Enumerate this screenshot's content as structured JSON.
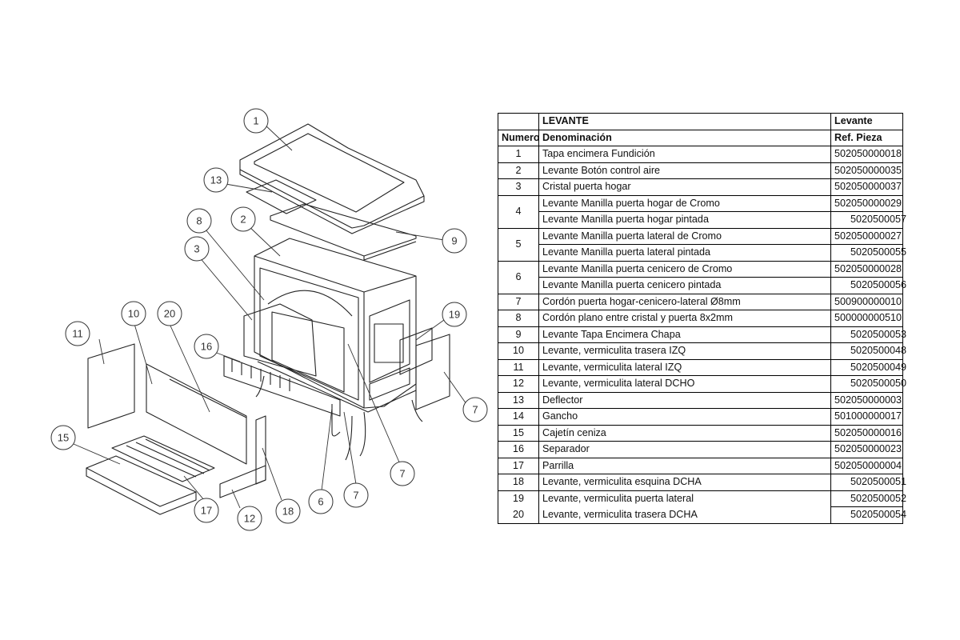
{
  "table": {
    "header_row1": {
      "numero": "",
      "denominacion": "LEVANTE",
      "ref": "Levante"
    },
    "header_row2": {
      "numero": "Numero",
      "denominacion": "Denominación",
      "ref": "Ref. Pieza"
    },
    "rows": [
      {
        "numero": "1",
        "denominacion": "Tapa encimera Fundición",
        "ref": "502050000018"
      },
      {
        "numero": "2",
        "denominacion": "Levante Botón control aire",
        "ref": "502050000035"
      },
      {
        "numero": "3",
        "denominacion": "Cristal puerta hogar",
        "ref": "502050000037"
      },
      {
        "numero": "4",
        "denominacion": "Levante Manilla puerta hogar de Cromo",
        "ref": "502050000029",
        "denominacion2": "Levante Manilla puerta hogar pintada",
        "ref2": "5020500057"
      },
      {
        "numero": "5",
        "denominacion": "Levante Manilla puerta lateral de Cromo",
        "ref": "502050000027",
        "denominacion2": "Levante Manilla puerta lateral pintada",
        "ref2": "5020500055"
      },
      {
        "numero": "6",
        "denominacion": "Levante Manilla puerta cenicero de Cromo",
        "ref": "502050000028",
        "denominacion2": "Levante Manilla puerta cenicero pintada",
        "ref2": "5020500056"
      },
      {
        "numero": "7",
        "denominacion": "Cordón puerta hogar-cenicero-lateral Ø8mm",
        "ref": "500900000010"
      },
      {
        "numero": "8",
        "denominacion": "Cordón plano entre cristal y puerta 8x2mm",
        "ref": "500000000510"
      },
      {
        "numero": "9",
        "denominacion": "Levante Tapa Encimera Chapa",
        "ref": "5020500053"
      },
      {
        "numero": "10",
        "denominacion": "Levante, vermiculita trasera IZQ",
        "ref": "5020500048"
      },
      {
        "numero": "11",
        "denominacion": "Levante, vermiculita lateral IZQ",
        "ref": "5020500049"
      },
      {
        "numero": "12",
        "denominacion": "Levante, vermiculita lateral DCHO",
        "ref": "5020500050"
      },
      {
        "numero": "13",
        "denominacion": "Deflector",
        "ref": "502050000003"
      },
      {
        "numero": "14",
        "denominacion": "Gancho",
        "ref": "501000000017"
      },
      {
        "numero": "15",
        "denominacion": "Cajetín ceniza",
        "ref": "502050000016"
      },
      {
        "numero": "16",
        "denominacion": "Separador",
        "ref": "502050000023"
      },
      {
        "numero": "17",
        "denominacion": "Parrilla",
        "ref": "502050000004"
      },
      {
        "numero": "18",
        "denominacion": "Levante, vermiculita esquina DCHA",
        "ref": "5020500051"
      }
    ],
    "last_pair": {
      "numero_a": "19",
      "denominacion_a": "Levante, vermiculita puerta lateral",
      "ref_a": "5020500052",
      "numero_b": "20",
      "denominacion_b": "Levante, vermiculita trasera DCHA",
      "ref_b": "5020500054"
    }
  },
  "diagram": {
    "callouts": [
      "1",
      "13",
      "2",
      "8",
      "3",
      "9",
      "19",
      "10",
      "20",
      "11",
      "16",
      "7",
      "15",
      "17",
      "12",
      "18",
      "6",
      "7",
      "7"
    ]
  }
}
